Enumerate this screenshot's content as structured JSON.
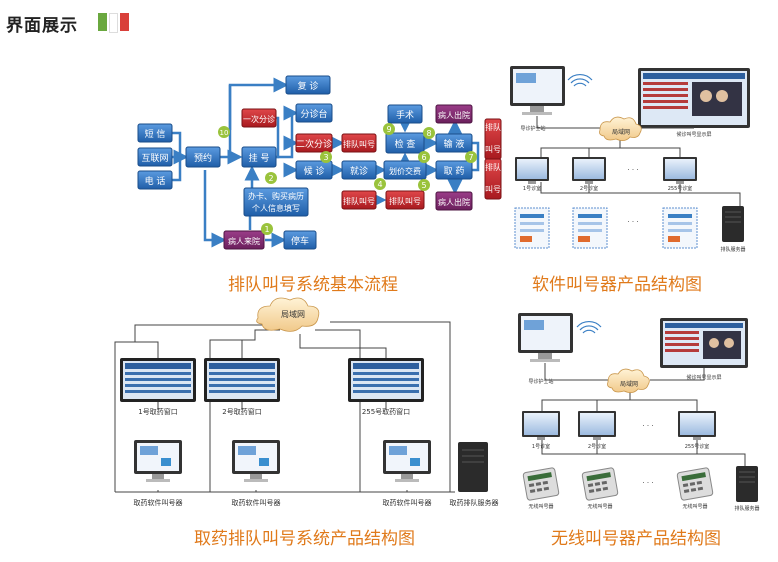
{
  "header": {
    "title": "界面展示",
    "flag_colors": [
      "#6aa83f",
      "#ffffff",
      "#d9403a"
    ]
  },
  "captions": {
    "flow": "排队叫号系统基本流程",
    "software": "软件叫号器产品结构图",
    "pharmacy": "取药排队叫号系统产品结构图",
    "wireless": "无线叫号器产品结构图"
  },
  "flow": {
    "left_sources": [
      "短 信",
      "互联网",
      "电 话"
    ],
    "yuyue": "预约",
    "fuzhen": "复 诊",
    "yici_fenzhen": "一次分诊",
    "guahao": "挂 号",
    "fenzhentai": "分诊台",
    "erci_fenzhen": "二次分诊",
    "houzhen": "候 诊",
    "banka": "办卡、购买病历\n个人信息填写",
    "bingren_laiyuan": "病人来院",
    "tingche": "停车",
    "paidui1": "排队叫号",
    "jiuzhen": "就诊",
    "paidui2": "排队叫号",
    "shoushu": "手术",
    "jiancha": "检 查",
    "huajia": "划价交费",
    "paidui3": "排队叫号",
    "bingren_chuyuan1": "病人出院",
    "shuye": "输 液",
    "quyao": "取 药",
    "bingren_chuyuan2": "病人出院",
    "paidui_vert1": "排队叫号",
    "paidui_vert2": "排队叫号",
    "step_numbers": [
      "1",
      "2",
      "3",
      "4",
      "5",
      "6",
      "7",
      "8",
      "9",
      "10"
    ]
  },
  "software_diagram": {
    "nurse_station": "导诊护士站",
    "display": "候诊叫号显示屏",
    "lan": "局域网",
    "windows": [
      "1号诊室",
      "2号诊室",
      "255号诊室"
    ],
    "dots": "· · ·",
    "server": "排队服务器"
  },
  "pharmacy_diagram": {
    "lan": "局域网",
    "windows": [
      "1号取药窗口",
      "2号取药窗口",
      "255号取药窗口"
    ],
    "callers": [
      "取药软件叫号器",
      "取药软件叫号器",
      "取药软件叫号器"
    ],
    "server": "取药排队服务器"
  },
  "wireless_diagram": {
    "nurse_station": "导诊护士站",
    "display": "候诊叫号显示屏",
    "lan": "局域网",
    "windows": [
      "1号诊室",
      "2号诊室",
      "255号诊室"
    ],
    "callers": [
      "无线叫号器",
      "无线叫号器",
      "无线叫号器"
    ],
    "dots": "· · ·",
    "server": "排队服务器"
  }
}
